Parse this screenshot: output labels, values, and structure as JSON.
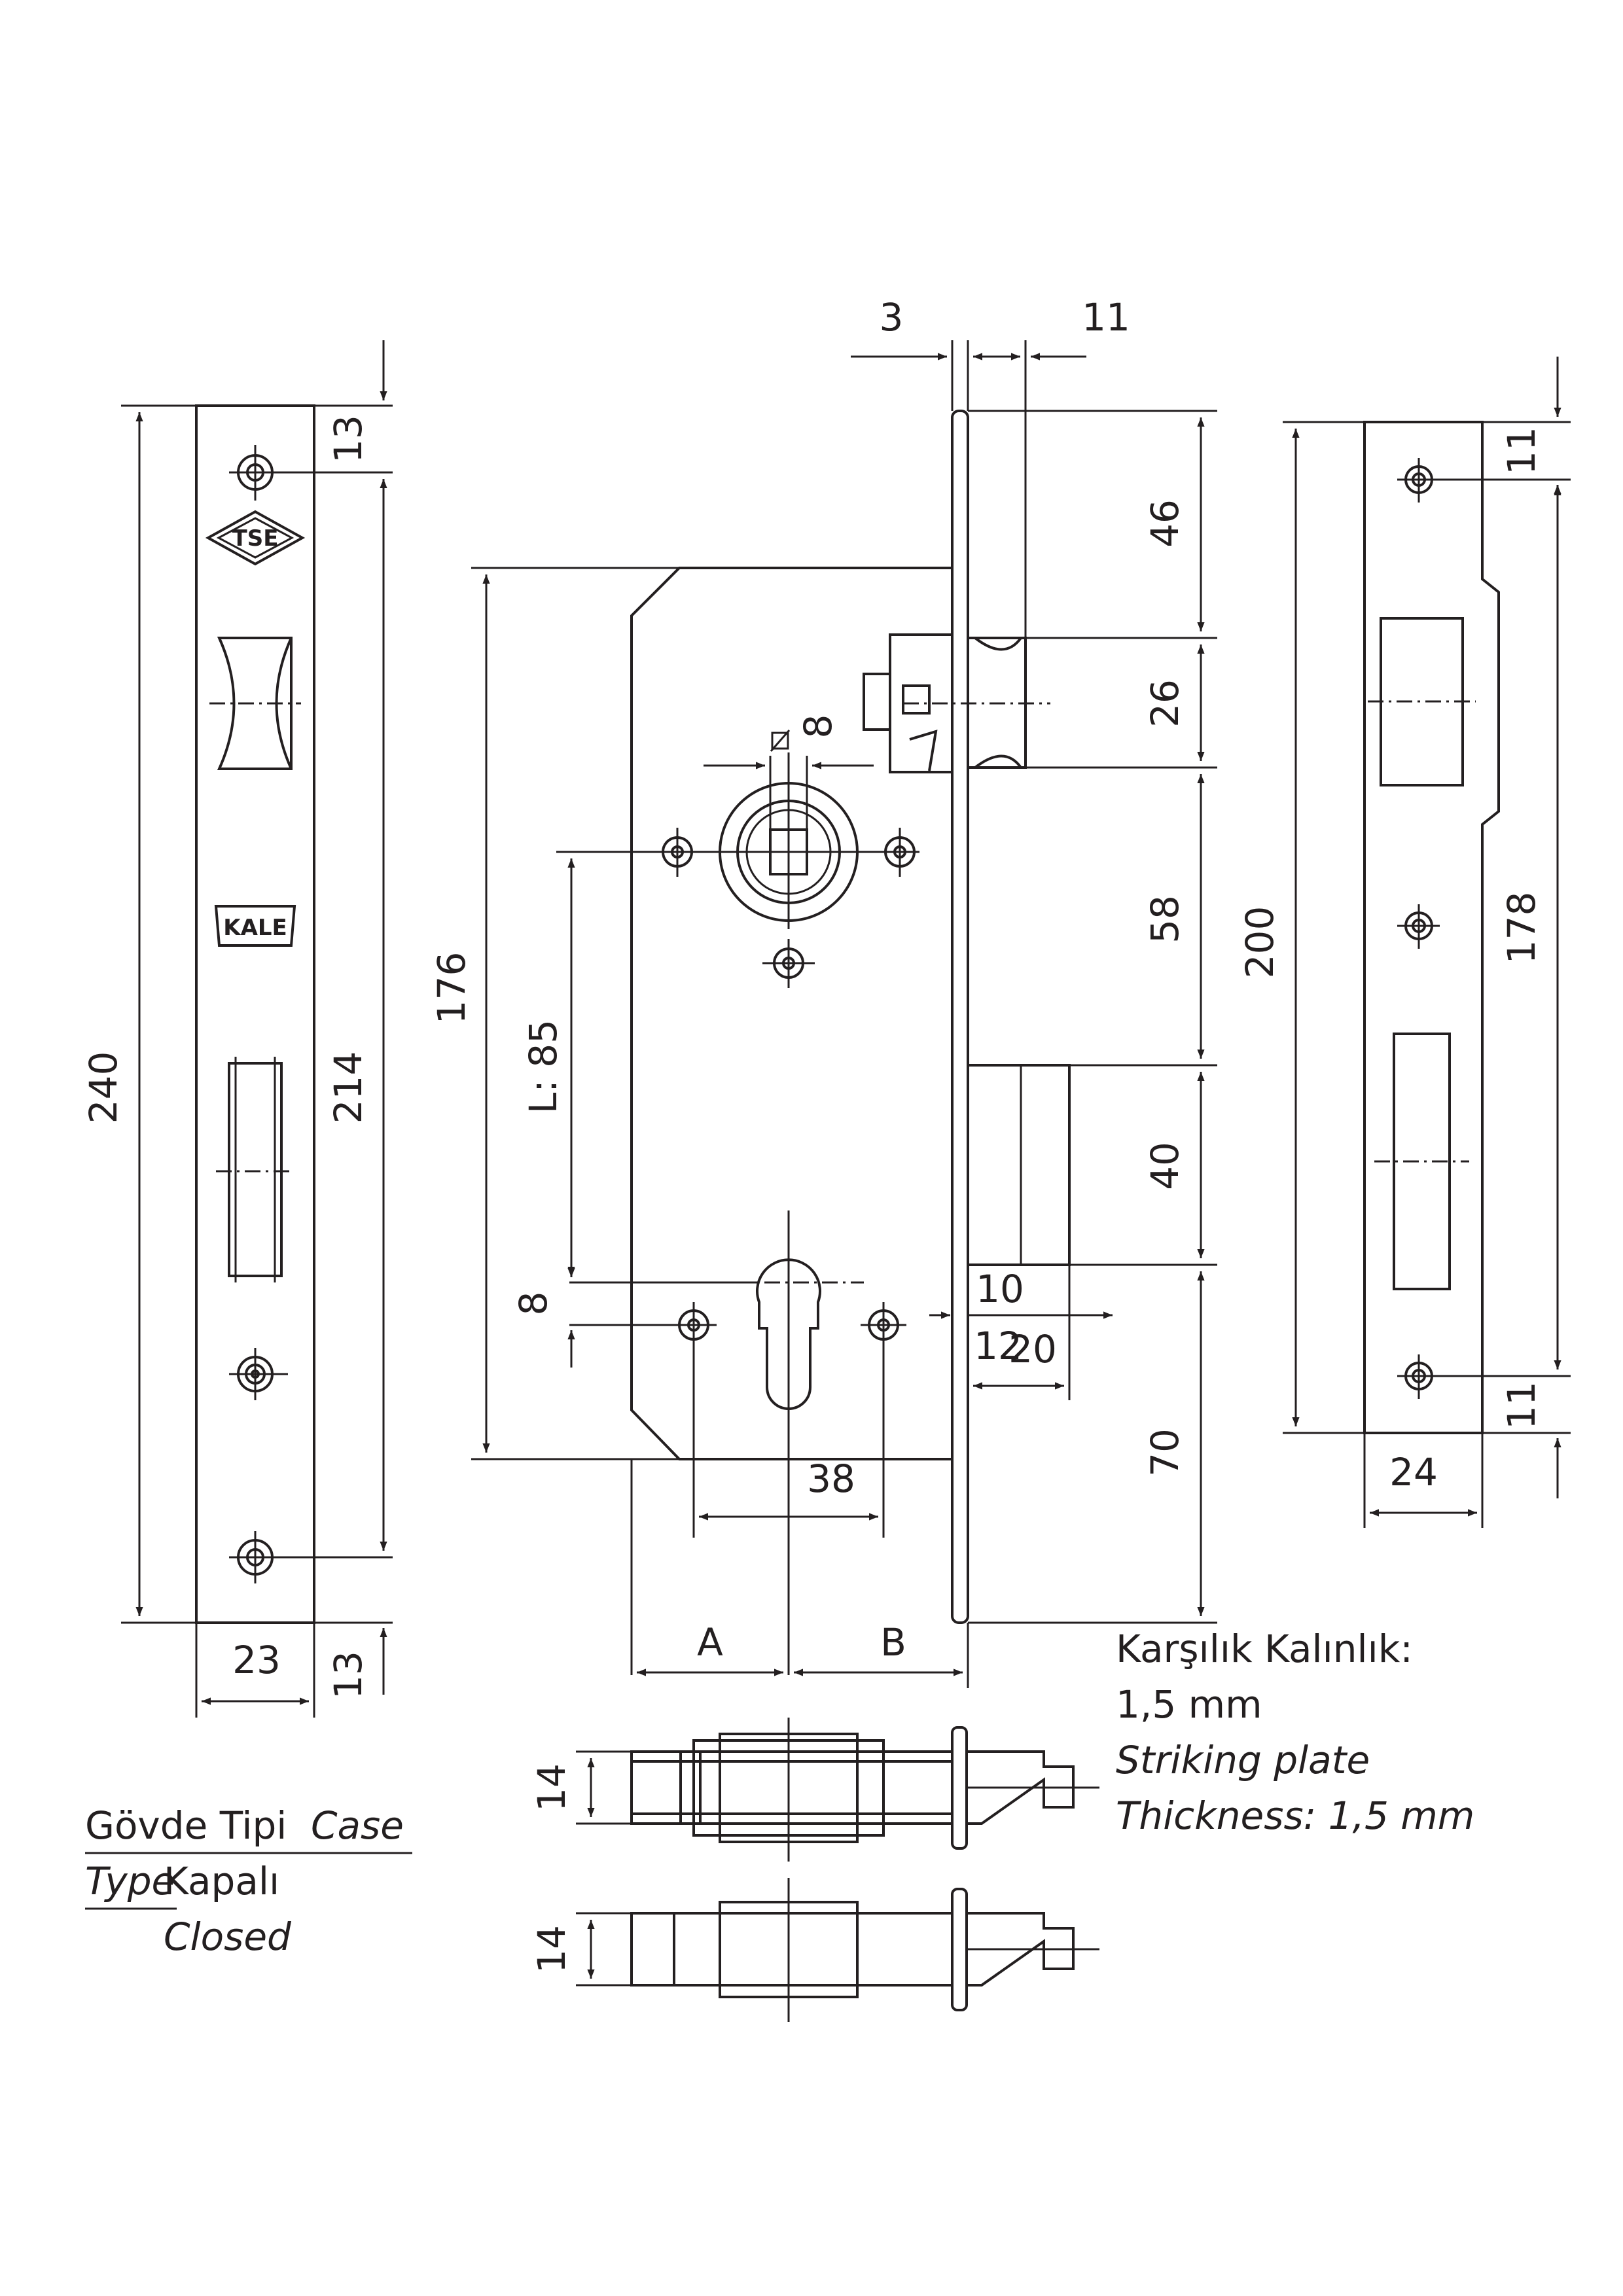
{
  "colors": {
    "ink": "#231f20",
    "paper": "#ffffff"
  },
  "icons": {
    "tse_mark": "tse-diamond-logo-icon",
    "kale_mark": "kale-logo-icon",
    "arrowhead": "arrowhead-icon"
  },
  "logos": {
    "tse": "TSE",
    "kale": "KALE"
  },
  "front_plate": {
    "height": "240",
    "top_offset": "13",
    "screw_span": "214",
    "bottom_offset": "13",
    "width": "23"
  },
  "lock_body": {
    "bolt_offset": "3",
    "bolt_projection": "11",
    "top_to_latch": "46",
    "latch_height": "26",
    "latch_to_deadbolt": "58",
    "deadbolt_height": "40",
    "deadbolt_to_bottom": "70",
    "body_height": "176",
    "spindle": "8",
    "center_distance": "L: 85",
    "cylinder_offset": "8",
    "screw_spacing": "38",
    "bolt_throw_a": "10",
    "bolt_throw_b": "12",
    "bolt_throw_c": "20",
    "backset_a": "A",
    "backset_b": "B"
  },
  "sections": {
    "height_1": "14",
    "height_2": "14"
  },
  "striking_plate": {
    "height": "200",
    "screw_span": "178",
    "top_offset": "11",
    "bottom_offset": "11",
    "width": "24"
  },
  "notes": {
    "striking_tr": "Karşılık Kalınlık:",
    "striking_tr_value": "1,5 mm",
    "striking_en": "Striking plate",
    "striking_en_value": "Thickness: 1,5 mm",
    "case_label_tr": "Gövde Tipi",
    "case_label_en1": "Case",
    "case_label_en2": "Type",
    "case_value_tr": "Kapalı",
    "case_value_en": "Closed"
  }
}
